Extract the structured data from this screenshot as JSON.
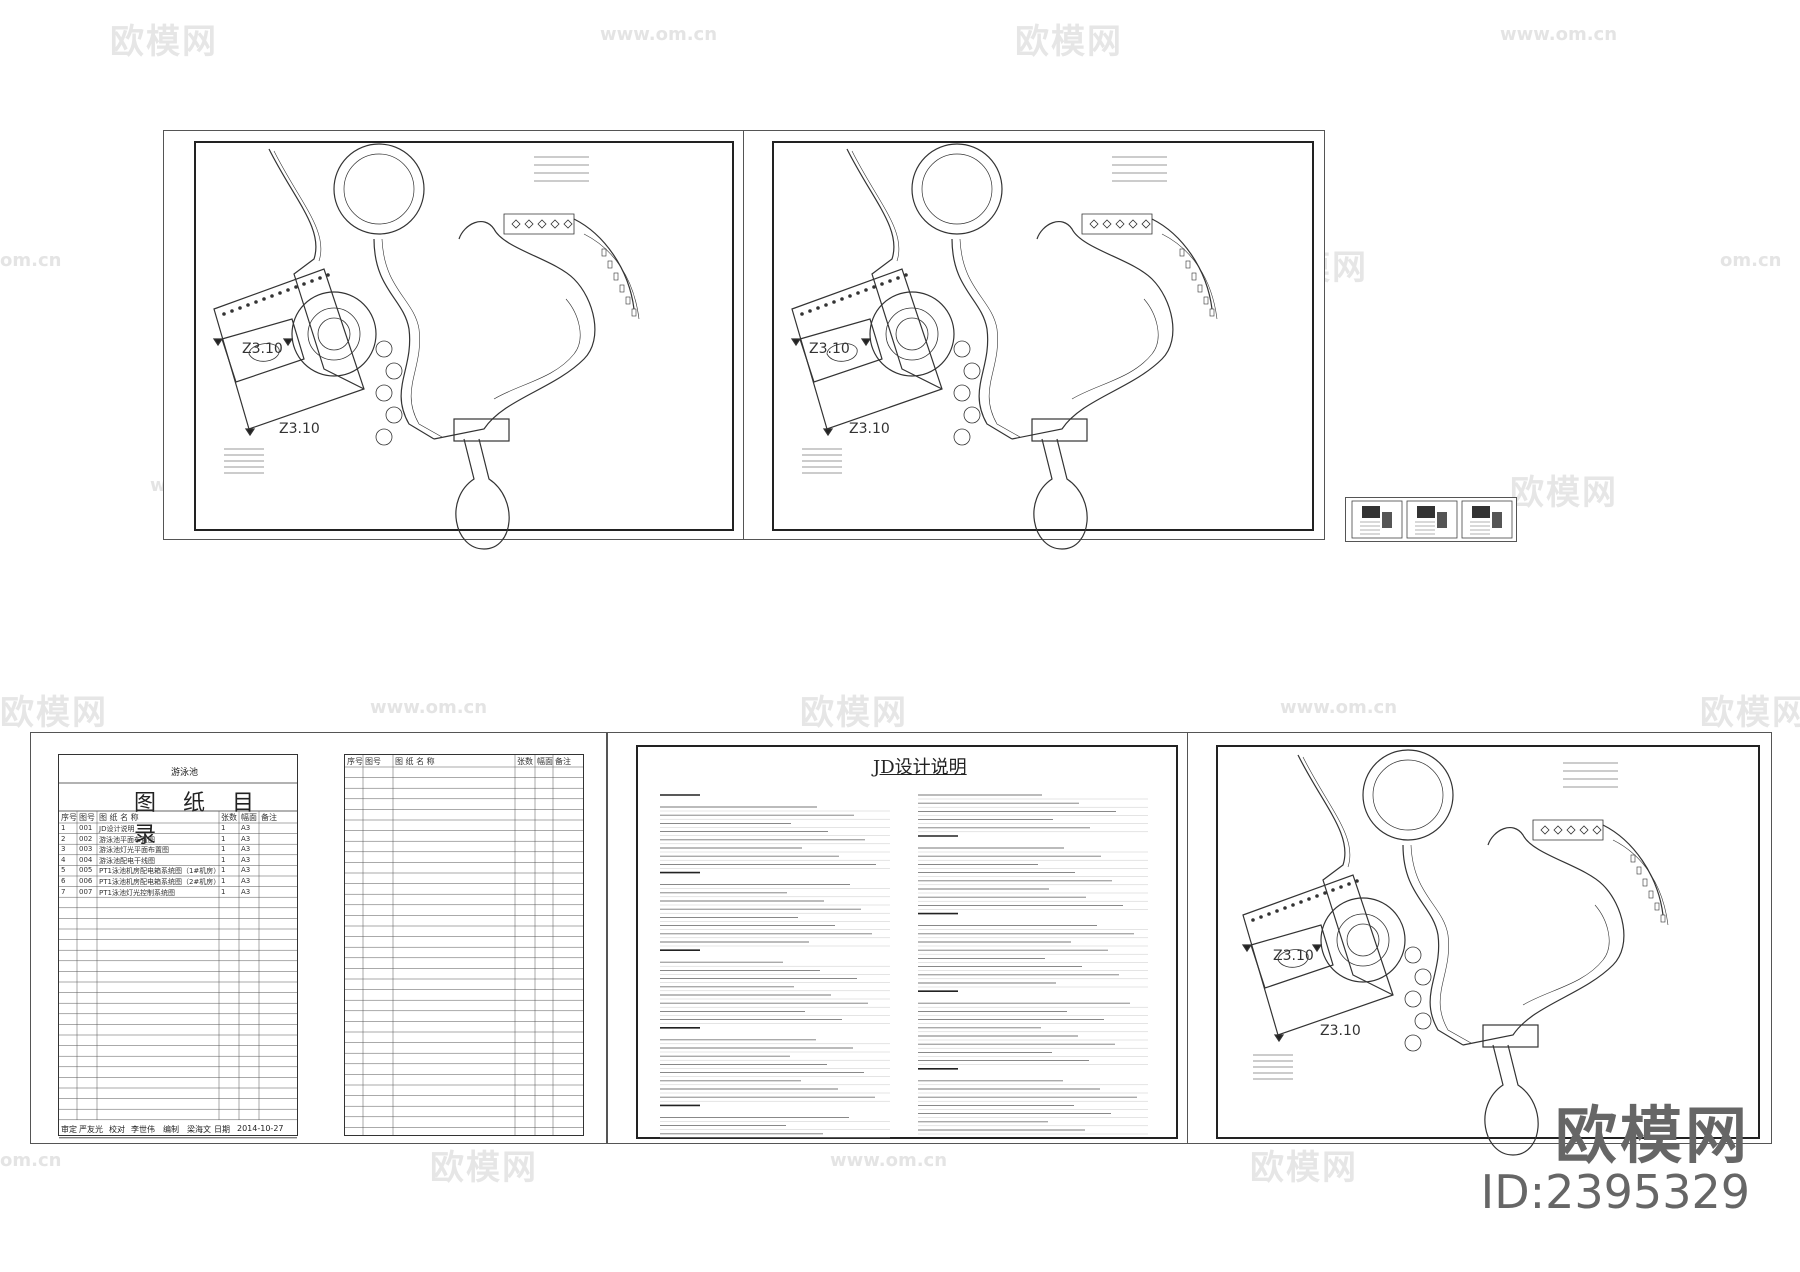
{
  "watermark": {
    "brand": "欧模网",
    "url": "www.om.cn",
    "short_url": "om.cn"
  },
  "branding": {
    "logo_text": "欧模网",
    "id_text": "ID:2395329"
  },
  "plan_labels": {
    "left_a": "Z3.10",
    "left_b": "Z3.10",
    "right_a": "Z3.10",
    "right_b": "Z3.10",
    "bottom_a": "Z3.10",
    "bottom_b": "Z3.10"
  },
  "catalog": {
    "project": "游泳池",
    "title": "图 纸 目 录",
    "headers": [
      "序号",
      "图号",
      "图 纸 名 称",
      "张数",
      "幅面",
      "备注"
    ],
    "rows": [
      [
        "1",
        "001",
        "JD设计说明",
        "1",
        "A3",
        ""
      ],
      [
        "2",
        "002",
        "游泳池平面布置图",
        "1",
        "A3",
        ""
      ],
      [
        "3",
        "003",
        "游泳池灯光平面布置图",
        "1",
        "A3",
        ""
      ],
      [
        "4",
        "004",
        "游泳池配电干线图",
        "1",
        "A3",
        ""
      ],
      [
        "5",
        "005",
        "PT1泳池机房配电箱系统图（1#机房）",
        "1",
        "A3",
        ""
      ],
      [
        "6",
        "006",
        "PT1泳池机房配电箱系统图（2#机房）",
        "1",
        "A3",
        ""
      ],
      [
        "7",
        "007",
        "PT1泳池灯光控制系统图",
        "1",
        "A3",
        ""
      ]
    ],
    "footer": [
      "审定",
      "严友光",
      "校对",
      "李世伟",
      "编制",
      "梁海文",
      "日期",
      "2014-10-27"
    ]
  },
  "catalog_continued": {
    "headers": [
      "序号",
      "图号",
      "图 纸 名 称",
      "张数",
      "幅面",
      "备注"
    ]
  },
  "design_notes": {
    "title": "JD设计说明"
  }
}
